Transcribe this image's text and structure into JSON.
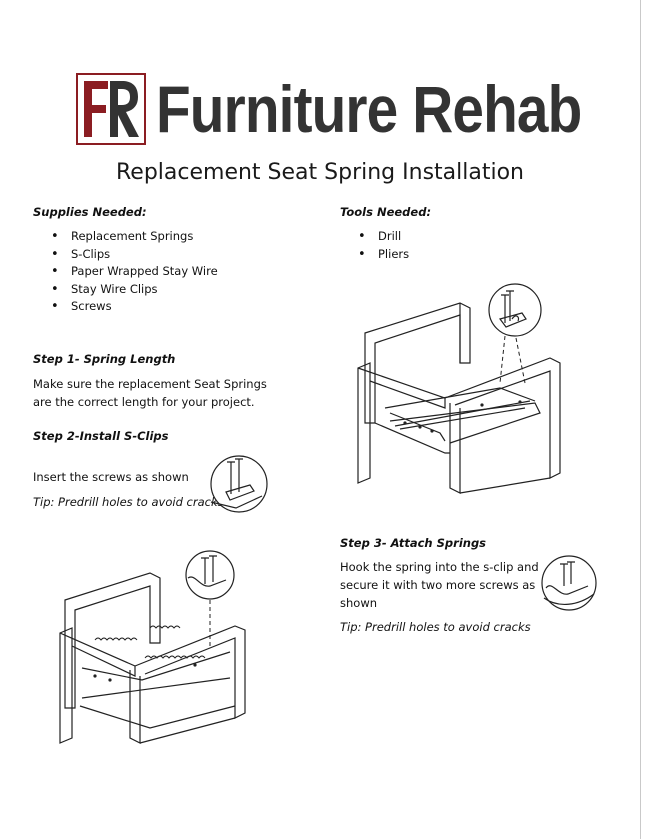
{
  "brand": {
    "logo_letters": "FR",
    "name": "Furniture Rehab",
    "accent_color": "#8b1d22",
    "gray": "#333333"
  },
  "title": "Replacement Seat Spring Installation",
  "supplies": {
    "heading": "Supplies Needed:",
    "items": [
      "Replacement Springs",
      "S-Clips",
      "Paper Wrapped Stay Wire",
      "Stay Wire Clips",
      "Screws"
    ]
  },
  "tools": {
    "heading": "Tools Needed:",
    "items": [
      "Drill",
      "Pliers"
    ]
  },
  "step1": {
    "heading": "Step 1- Spring Length",
    "line1": "Make sure the replacement Seat Springs",
    "line2": "are the correct length for your project."
  },
  "step2": {
    "heading": "Step 2-Install S-Clips",
    "text": "Insert the screws as shown",
    "tip": "Tip: Predrill holes to avoid cracks"
  },
  "step3": {
    "heading": "Step 3- Attach Springs",
    "line1": "Hook the spring into the s-clip and",
    "line2": "secure it with two more screws as",
    "line3": "shown",
    "tip": "Tip: Predrill holes to avoid cracks"
  }
}
